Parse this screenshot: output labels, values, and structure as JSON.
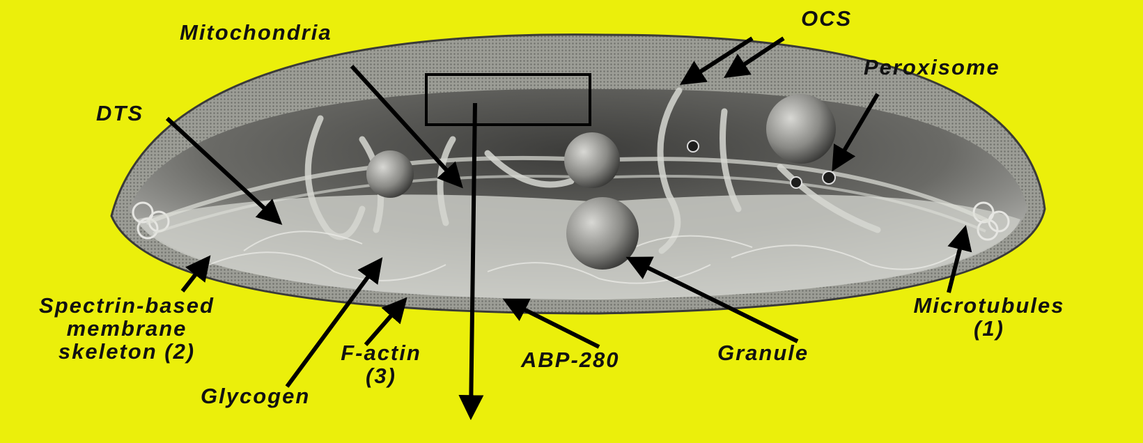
{
  "labels": {
    "mitochondria": "Mitochondria",
    "ocs": "OCS",
    "peroxisome": "Peroxisome",
    "dts": "DTS",
    "spectrin": [
      "Spectrin-based",
      "membrane",
      "skeleton (2)"
    ],
    "f_actin": [
      "F-actin",
      "(3)"
    ],
    "abp": "ABP-280",
    "granule": "Granule",
    "microtubules": [
      "Microtubules",
      "(1)"
    ],
    "glycogen": "Glycogen"
  },
  "colors": {
    "background": "#ebef0b",
    "membrane": "#a9aaa4",
    "interior": "#2e2e2e",
    "arrow": "#000000"
  }
}
